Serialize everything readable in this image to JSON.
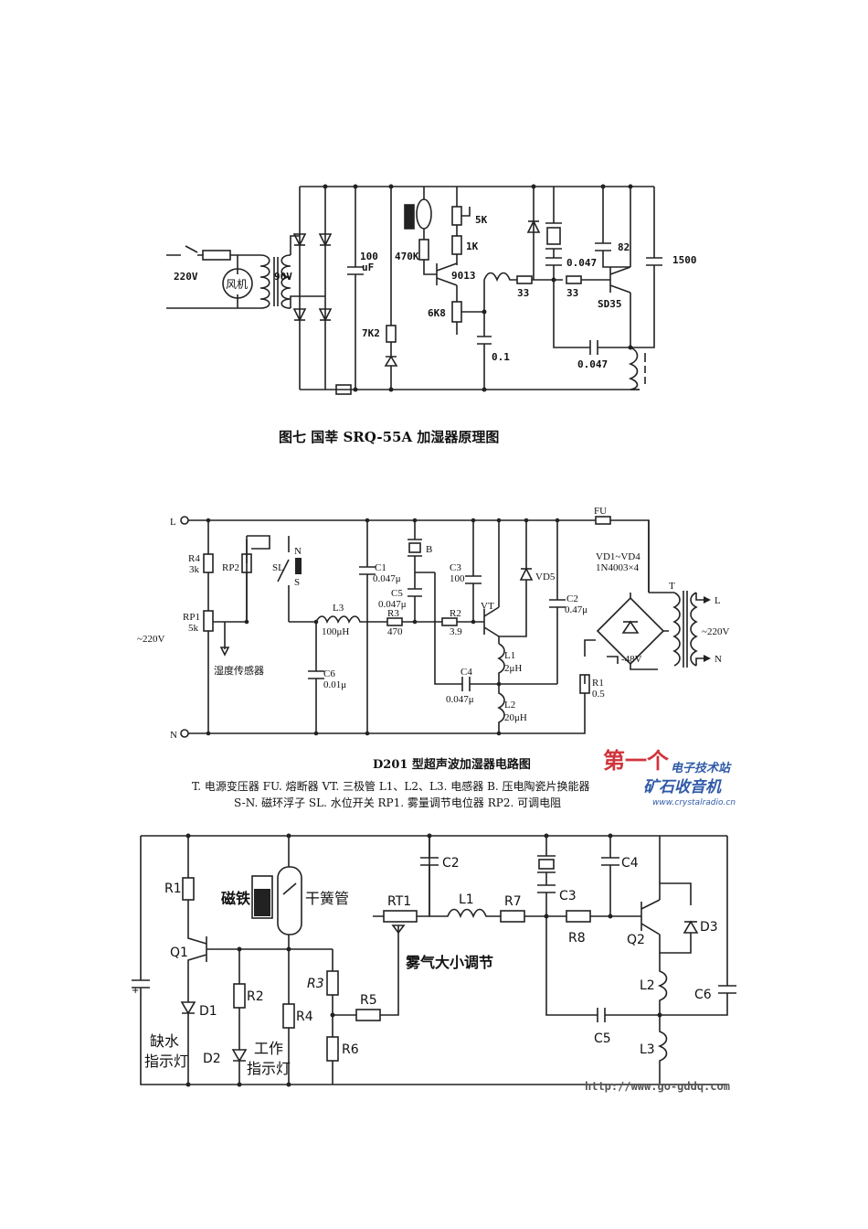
{
  "diagram1": {
    "caption": "图七    国莘 SRQ-55A 加湿器原理图",
    "labels": {
      "v220": "220V",
      "fan": "风机",
      "v90": "90V",
      "c100": "100",
      "c100u": "uF",
      "r470k": "470K",
      "r7k2": "7K2",
      "r5k": "5K",
      "r1k": "1K",
      "q9013": "9013",
      "r6k8": "6K8",
      "c01": "0.1",
      "r33a": "33",
      "r33b": "33",
      "c0047a": "0.047",
      "c82": "82",
      "sd35": "SD35",
      "c1500": "1500",
      "c0047b": "0.047"
    }
  },
  "diagram2": {
    "caption": "D201 型超声波加湿器电路图",
    "legend_line1": "T. 电源变压器   FU. 熔断器   VT. 三极管   L1、L2、L3. 电感器   B. 压电陶瓷片换能器",
    "legend_line2": "S-N. 磁环浮子   SL. 水位开关   RP1. 雾量调节电位器   RP2. 可调电阻",
    "labels": {
      "L": "L",
      "N": "N",
      "v220": "~220V",
      "R4": "R4",
      "R4v": "3k",
      "RP1": "RP1",
      "RP1v": "5k",
      "RP2": "RP2",
      "SL": "SL",
      "Ntop": "N",
      "S": "S",
      "sensor": "湿度传感器",
      "L3": "L3",
      "L3v": "100μH",
      "C6": "C6",
      "C6v": "0.01μ",
      "C1": "C1",
      "C1v": "0.047μ",
      "B": "B",
      "C5": "C5",
      "C5v": "0.047μ",
      "R3": "R3",
      "R3v": "470",
      "C3": "C3",
      "C3v": "100",
      "R2": "R2",
      "R2v": "3.9",
      "VT": "VT",
      "VD5": "VD5",
      "C2": "C2",
      "C2v": "0.47μ",
      "L1": "L1",
      "L1v": "2μH",
      "C4": "C4",
      "C4v": "0.047μ",
      "L2": "L2",
      "L2v": "20μH",
      "R1": "R1",
      "R1v": "0.5",
      "FU": "FU",
      "VD": "VD1~VD4",
      "VDv": "1N4003×4",
      "T": "T",
      "TL": "L",
      "TN": "N",
      "T220": "~220V",
      "v48": "-48V"
    }
  },
  "diagram3": {
    "labels": {
      "R1": "R1",
      "Q1": "Q1",
      "D1": "D1",
      "lack1": "缺水",
      "lack2": "指示灯",
      "D2": "D2",
      "R2": "R2",
      "work1": "工作",
      "work2": "指示灯",
      "magnet": "磁铁",
      "reed": "干簧管",
      "R4": "R4",
      "R3": "R3",
      "R5": "R5",
      "R6": "R6",
      "RT1": "RT1",
      "fog": "雾气大小调节",
      "L1": "L1",
      "R7": "R7",
      "C2": "C2",
      "C3": "C3",
      "R8": "R8",
      "C4": "C4",
      "Q2": "Q2",
      "D3": "D3",
      "L2": "L2",
      "C6": "C6",
      "C5": "C5",
      "L3": "L3"
    },
    "url": "http://www.go-gddq.com"
  },
  "watermark": {
    "line1a": "第一个",
    "line1b": "电子技术站",
    "line2": "矿石收音机",
    "url": "www.crystalradio.cn",
    "color_red": "#d0343c",
    "color_blue": "#2f5aa8"
  }
}
